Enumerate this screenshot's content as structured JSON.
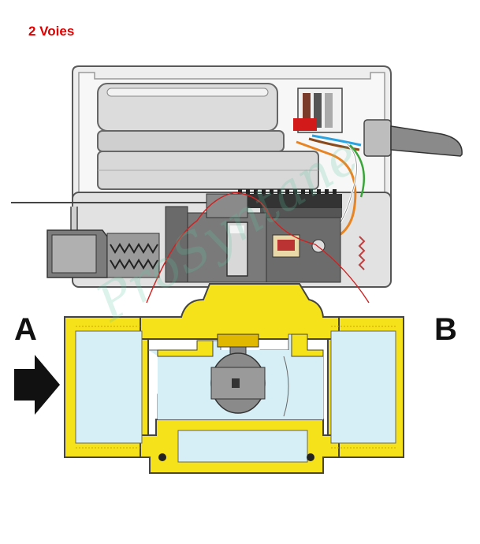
{
  "title": "2 Voies",
  "ports": {
    "inlet": "A",
    "outlet": "B"
  },
  "watermark": "ProSyntane",
  "colors": {
    "title": "#e00000",
    "body_brass": "#f5e21a",
    "water": "#d6eef5",
    "housing": "#e6e6e6",
    "mechanism": "#6b6b6b",
    "arrow": "#111111",
    "cable": "#8a8a8a",
    "flow_line": "#d02020"
  },
  "icons": {
    "flow_direction": "arrow-right-icon"
  }
}
